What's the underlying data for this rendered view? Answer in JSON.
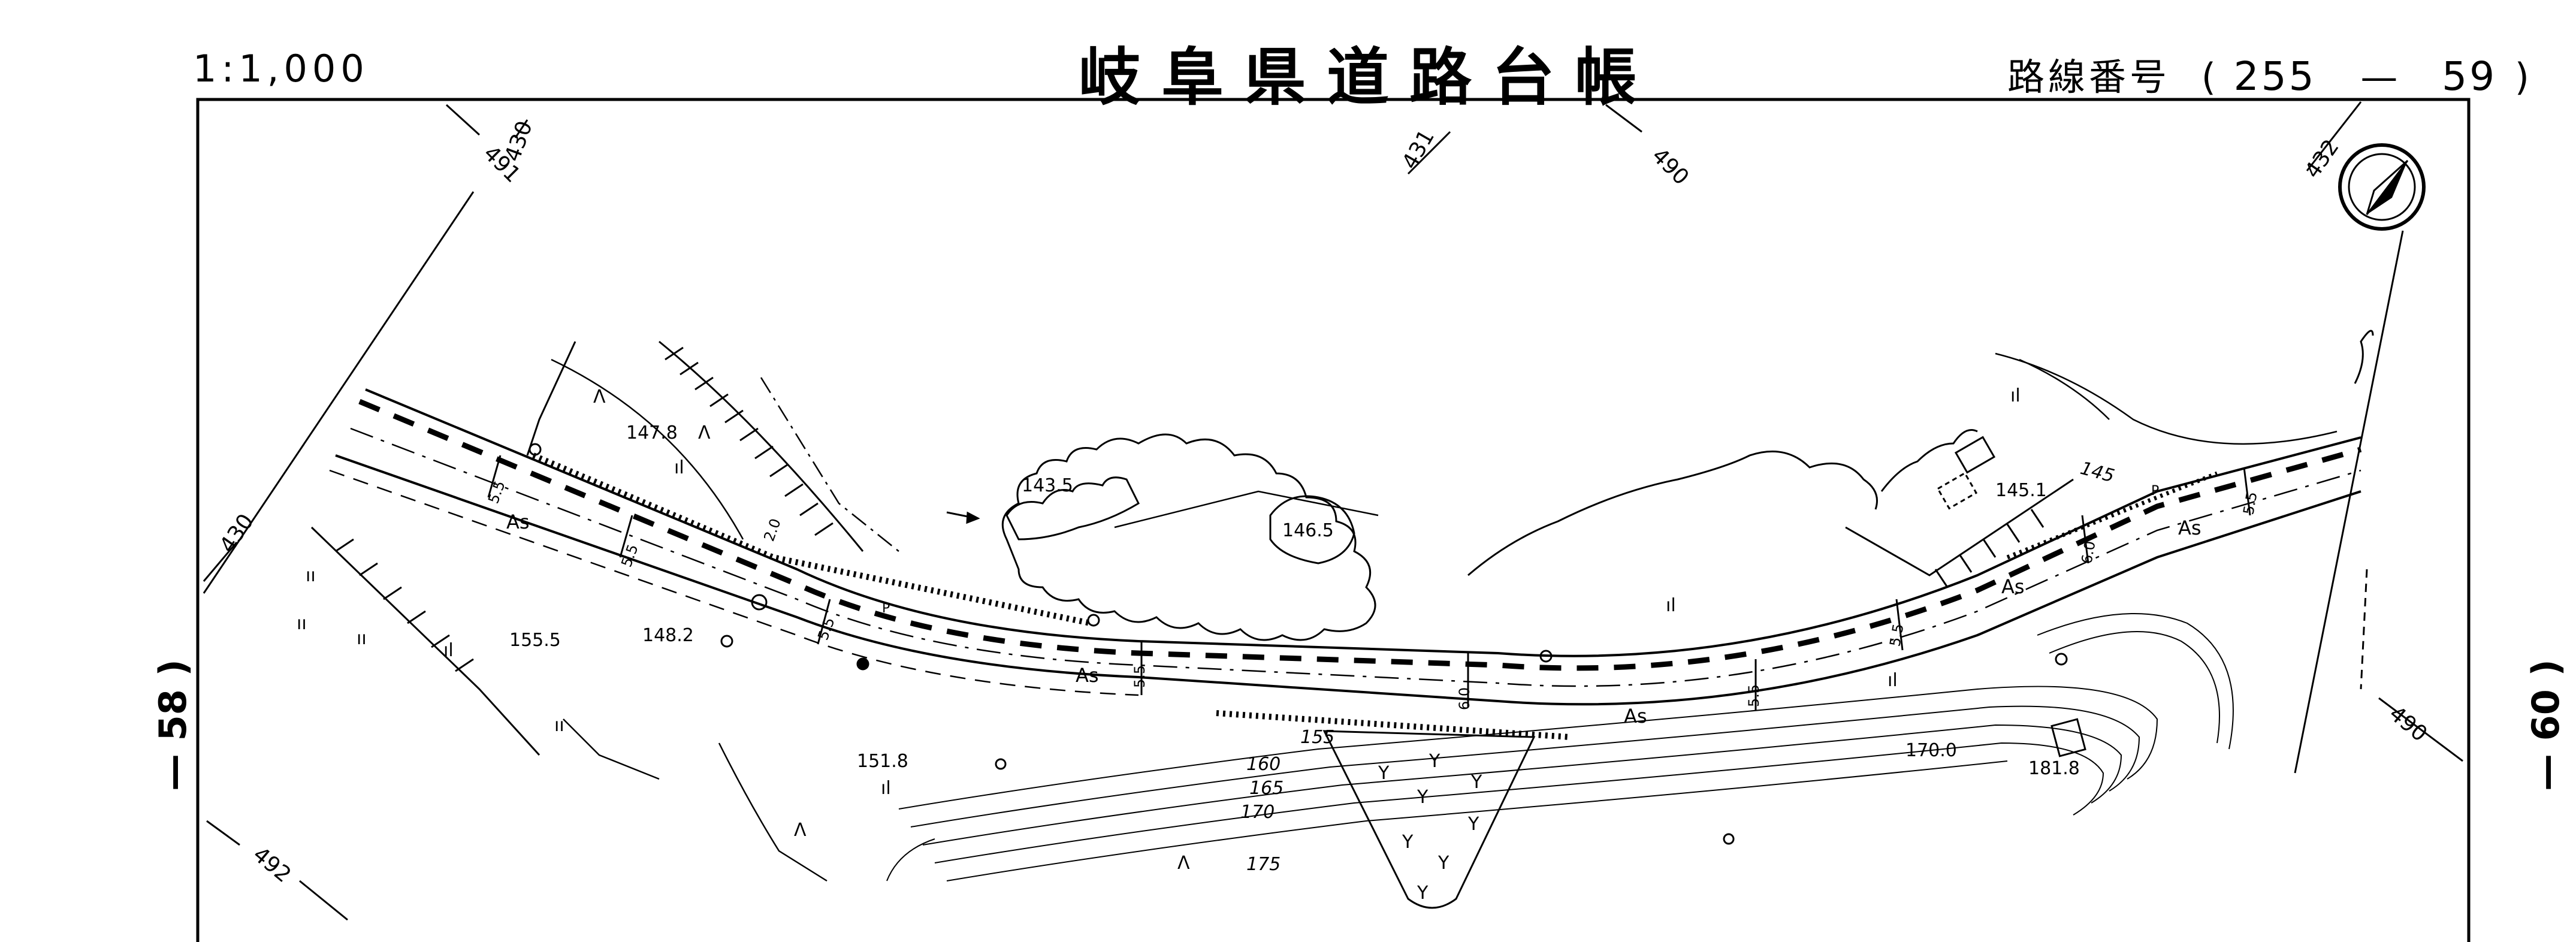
{
  "header": {
    "scale": "1:1,000",
    "title": "岐阜県道路台帳",
    "route_label": "路線番号",
    "route_open": "(",
    "route_number": "255",
    "route_sep": "—",
    "route_sheet": "59",
    "route_close": ")"
  },
  "sides": {
    "left": "— 58 )",
    "right": "— 60 )"
  },
  "grid_labels": {
    "g491": "491",
    "g430a": "430",
    "g430b": "430",
    "g431": "431",
    "g490a": "490",
    "g432": "432",
    "g490b": "490",
    "g492": "492"
  },
  "elevations": {
    "e1478": "147.8",
    "e1435": "143.5",
    "e1465": "146.5",
    "e1555": "155.5",
    "e1482": "148.2",
    "e1518": "151.8",
    "e1451": "145.1",
    "e1700": "170.0",
    "e1818": "181.8"
  },
  "contours": {
    "c145": "145",
    "c155": "155",
    "c160": "160",
    "c165": "165",
    "c170": "170",
    "c175": "175"
  },
  "road_labels": {
    "as": "As",
    "p": "P",
    "w55": "5.5",
    "w60": "6.0",
    "w20": "2.0"
  },
  "symbols": {
    "field": "ıl",
    "broadleaf": "Λ",
    "grass": "ıı",
    "orchard": "Y"
  }
}
